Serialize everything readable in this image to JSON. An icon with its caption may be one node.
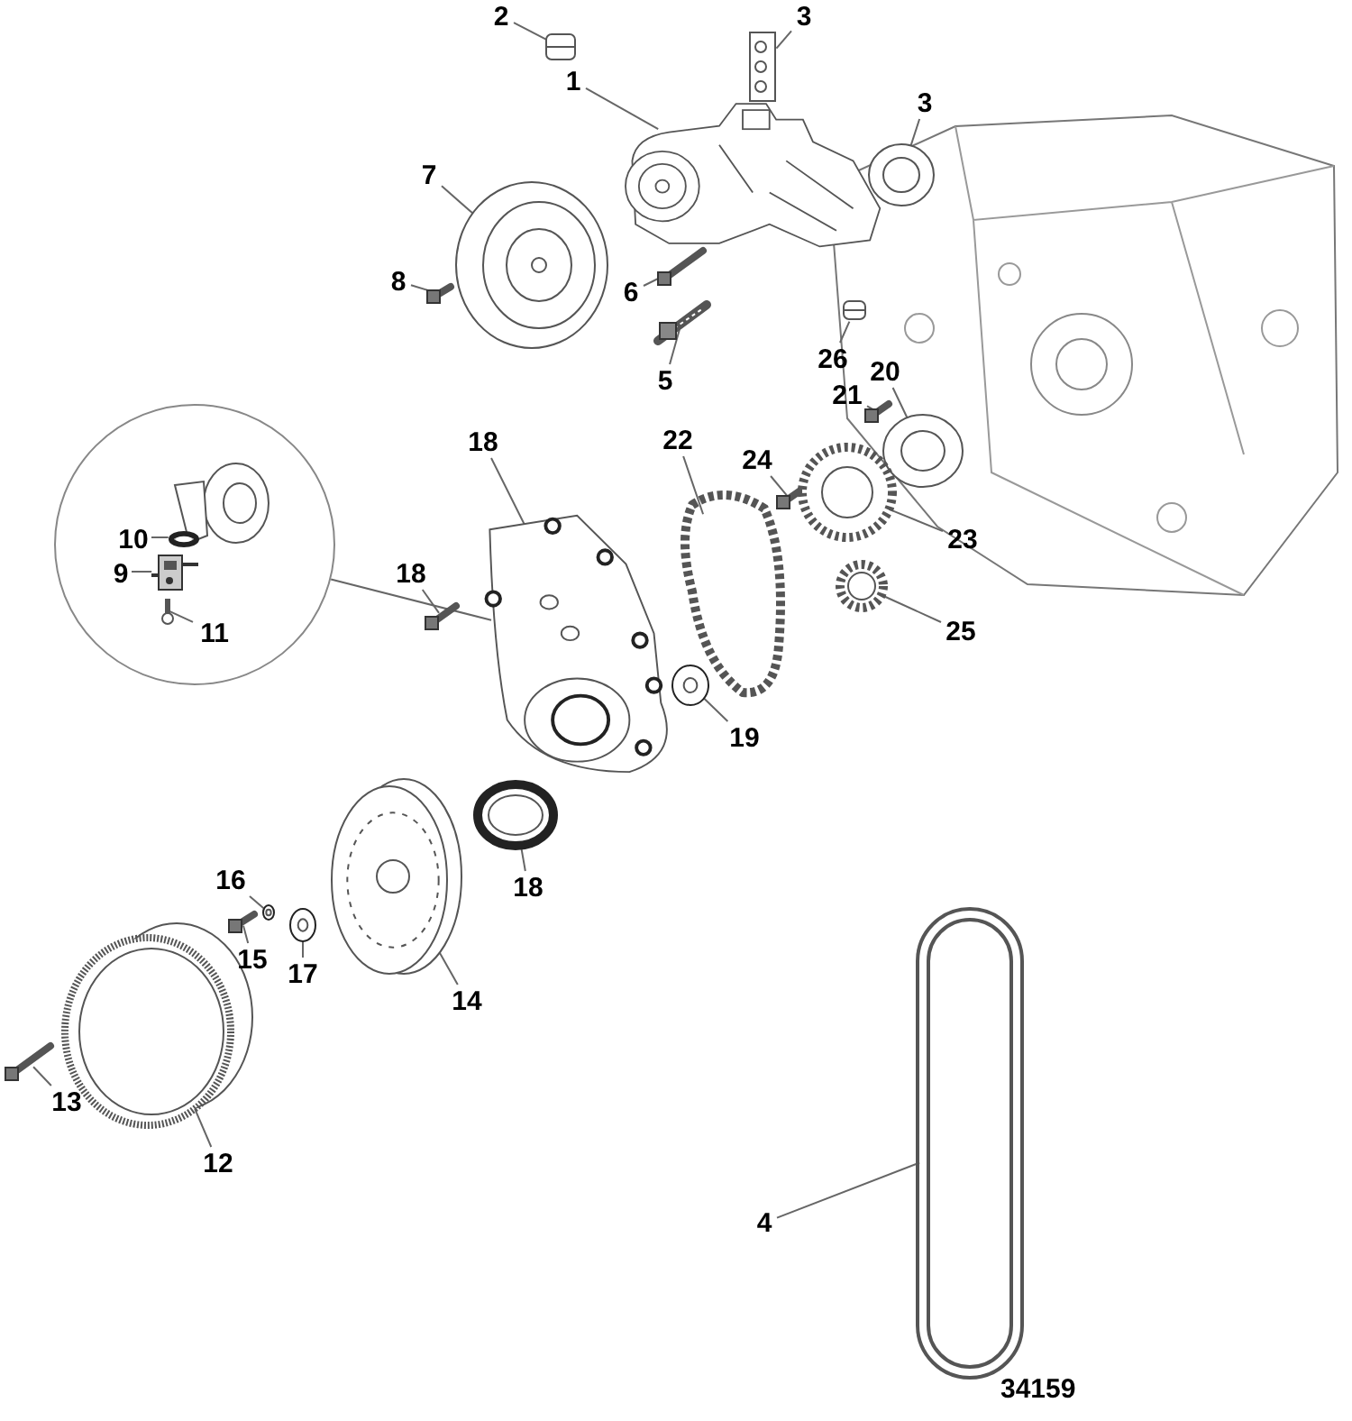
{
  "diagram": {
    "nodes": [
      {
        "text": [],
        "shape": "circle"
      },
      {
        "text": [
          "2"
        ]
      },
      {
        "text": [
          "3"
        ]
      },
      {
        "text": [
          "1"
        ]
      },
      {
        "text": [
          "7"
        ]
      },
      {
        "text": [
          "3"
        ]
      },
      {
        "text": [
          "8"
        ]
      },
      {
        "text": [
          "6"
        ]
      },
      {
        "text": [
          "26"
        ]
      },
      {
        "text": [
          "5"
        ]
      },
      {
        "text": [
          "21"
        ]
      },
      {
        "text": [
          "20"
        ]
      },
      {
        "text": [
          "22"
        ]
      },
      {
        "text": [
          "24"
        ]
      },
      {
        "text": [
          "18"
        ]
      },
      {
        "text": [
          "10"
        ],
        "in": 0
      },
      {
        "text": [
          "9"
        ],
        "in": 0
      },
      {
        "text": [
          "18"
        ]
      },
      {
        "text": [
          "23"
        ]
      },
      {
        "text": [
          "11"
        ],
        "in": 0
      },
      {
        "text": [
          "25"
        ]
      },
      {
        "text": [
          "19"
        ]
      },
      {
        "text": [
          "18"
        ]
      },
      {
        "text": [
          "16"
        ]
      },
      {
        "text": [
          "15"
        ]
      },
      {
        "text": [
          "17"
        ]
      },
      {
        "text": [
          "14"
        ]
      },
      {
        "text": [
          "13"
        ]
      },
      {
        "text": [
          "12"
        ]
      },
      {
        "text": [
          "4"
        ]
      },
      {
        "text": [],
        "shape": "picture"
      },
      {
        "text": [],
        "shape": "picture"
      },
      {
        "text": [],
        "shape": "picture"
      },
      {
        "text": [],
        "shape": "picture"
      },
      {
        "text": [],
        "shape": "picture"
      },
      {
        "text": [],
        "shape": "picture"
      },
      {
        "text": [],
        "shape": "picture"
      },
      {
        "text": [],
        "shape": "picture"
      },
      {
        "text": [],
        "shape": "picture"
      },
      {
        "text": [],
        "shape": "picture"
      },
      {
        "text": [],
        "shape": "picture"
      },
      {
        "text": [],
        "shape": "picture"
      },
      {
        "text": [],
        "shape": "picture"
      },
      {
        "text": [],
        "shape": "picture"
      },
      {
        "text": [],
        "shape": "picture"
      },
      {
        "text": [],
        "shape": "picture"
      },
      {
        "text": [],
        "shape": "picture"
      },
      {
        "text": [],
        "shape": "picture"
      },
      {
        "text": [],
        "shape": "picture"
      },
      {
        "text": [],
        "shape": "picture"
      },
      {
        "text": [],
        "shape": "picture"
      },
      {
        "text": [],
        "shape": "picture"
      },
      {
        "text": [],
        "shape": "picture"
      },
      {
        "text": [],
        "shape": "picture"
      },
      {
        "text": [],
        "shape": "picture"
      },
      {
        "text": [],
        "shape": "picture"
      },
      {
        "text": [],
        "shape": "picture",
        "in": 0
      },
      {
        "text": [],
        "shape": "picture",
        "in": 0
      },
      {
        "text": [],
        "shape": "picture",
        "in": 0
      }
    ],
    "edges": [
      {
        "from": 1,
        "to": 31,
        "arrow": "none"
      },
      {
        "from": 2,
        "to": 32,
        "arrow": "none"
      },
      {
        "from": 3,
        "to": 30,
        "arrow": "none"
      },
      {
        "from": 4,
        "to": 34,
        "arrow": "none"
      },
      {
        "from": 5,
        "to": 33,
        "arrow": "none"
      },
      {
        "from": 6,
        "to": 35,
        "arrow": "none"
      },
      {
        "from": 7,
        "to": 36,
        "arrow": "none"
      },
      {
        "from": 8,
        "to": 38,
        "arrow": "none"
      },
      {
        "from": 9,
        "to": 37,
        "arrow": "none"
      },
      {
        "from": 10,
        "to": 39,
        "arrow": "none"
      },
      {
        "from": 11,
        "to": 40,
        "arrow": "none"
      },
      {
        "from": 12,
        "to": 41,
        "arrow": "none"
      },
      {
        "from": 13,
        "to": 42,
        "arrow": "none"
      },
      {
        "from": 14,
        "to": 46,
        "arrow": "none"
      },
      {
        "from": 15,
        "to": 57,
        "arrow": "none"
      },
      {
        "from": 16,
        "to": 56,
        "arrow": "none"
      },
      {
        "from": 17,
        "to": 47,
        "arrow": "none"
      },
      {
        "from": 18,
        "to": 43,
        "arrow": "none"
      },
      {
        "from": 19,
        "to": 58,
        "arrow": "none"
      },
      {
        "from": 20,
        "to": 44,
        "arrow": "none"
      },
      {
        "from": 21,
        "to": 45,
        "arrow": "none"
      },
      {
        "from": 22,
        "to": 48,
        "arrow": "none"
      },
      {
        "from": 23,
        "to": 52,
        "arrow": "none"
      },
      {
        "from": 24,
        "to": 51,
        "arrow": "none"
      },
      {
        "from": 25,
        "to": 50,
        "arrow": "none"
      },
      {
        "from": 26,
        "to": 49,
        "arrow": "none"
      },
      {
        "from": 27,
        "to": 54,
        "arrow": "none"
      },
      {
        "from": 28,
        "to": 53,
        "arrow": "none"
      },
      {
        "from": 29,
        "to": 55,
        "arrow": "none"
      },
      {
        "from": 0,
        "to": 46,
        "arrow": "none"
      }
    ],
    "labels": [
      "34159"
    ]
  }
}
